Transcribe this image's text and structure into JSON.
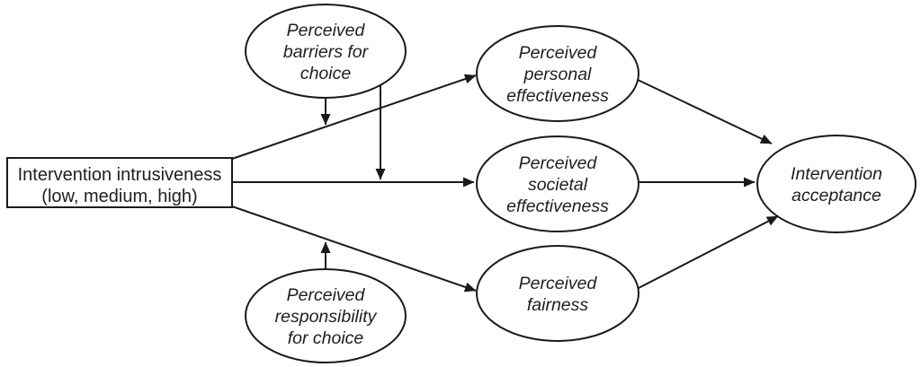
{
  "diagram": {
    "title": "Intervention acceptance conceptual model",
    "background_color": "#ffffff",
    "stroke_color": "#1a1a1a",
    "text_color": "#1f1f1f",
    "nodes": {
      "intrusiveness": {
        "shape": "rectangle",
        "lines": [
          "Intervention intrusiveness",
          "(low, medium, high)"
        ]
      },
      "barriers": {
        "shape": "ellipse",
        "lines": [
          "Perceived",
          "barriers for",
          "choice"
        ]
      },
      "responsibility": {
        "shape": "ellipse",
        "lines": [
          "Perceived",
          "responsibility",
          "for choice"
        ]
      },
      "personal": {
        "shape": "ellipse",
        "lines": [
          "Perceived",
          "personal",
          "effectiveness"
        ]
      },
      "societal": {
        "shape": "ellipse",
        "lines": [
          "Perceived",
          "societal",
          "effectiveness"
        ]
      },
      "fairness": {
        "shape": "ellipse",
        "lines": [
          "Perceived",
          "fairness"
        ]
      },
      "acceptance": {
        "shape": "ellipse",
        "lines": [
          "Intervention",
          "acceptance"
        ]
      }
    },
    "edges": [
      {
        "from": "Intervention intrusiveness",
        "to": "Perceived personal effectiveness",
        "type": "direct"
      },
      {
        "from": "Intervention intrusiveness",
        "to": "Perceived societal effectiveness",
        "type": "direct"
      },
      {
        "from": "Intervention intrusiveness",
        "to": "Perceived fairness",
        "type": "direct"
      },
      {
        "from": "Perceived personal effectiveness",
        "to": "Intervention acceptance",
        "type": "direct"
      },
      {
        "from": "Perceived societal effectiveness",
        "to": "Intervention acceptance",
        "type": "direct"
      },
      {
        "from": "Perceived fairness",
        "to": "Intervention acceptance",
        "type": "direct"
      },
      {
        "from": "Perceived barriers for choice",
        "to": "path: intrusiveness → personal effectiveness",
        "type": "moderation"
      },
      {
        "from": "Perceived barriers for choice",
        "to": "path: intrusiveness → societal effectiveness",
        "type": "moderation"
      },
      {
        "from": "Perceived responsibility for choice",
        "to": "path: intrusiveness → fairness",
        "type": "moderation"
      }
    ]
  }
}
